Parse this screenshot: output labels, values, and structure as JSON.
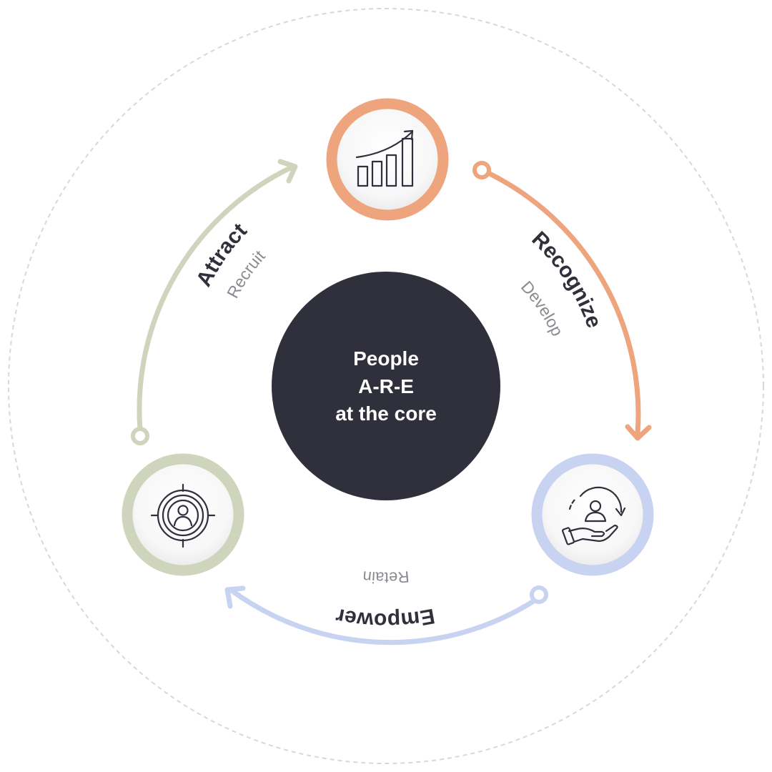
{
  "core": {
    "line1": "People",
    "line2": "A-R-E",
    "line3": "at the core"
  },
  "stages": {
    "attract": {
      "title": "Attract",
      "subtitle": "Recruit",
      "icon": "target-person-icon"
    },
    "recognize": {
      "title": "Recognize",
      "subtitle": "Develop",
      "icon": "growth-chart-icon"
    },
    "empower": {
      "title": "Empower",
      "subtitle": "Retain",
      "icon": "hand-person-cycle-icon"
    }
  },
  "colors": {
    "core": "#2f303c",
    "attract": "#cfd5bc",
    "recognize": "#eea47d",
    "empower": "#c8d2f1",
    "subtitle": "#8a8a90",
    "outer_ring": "#d8d8d8"
  }
}
